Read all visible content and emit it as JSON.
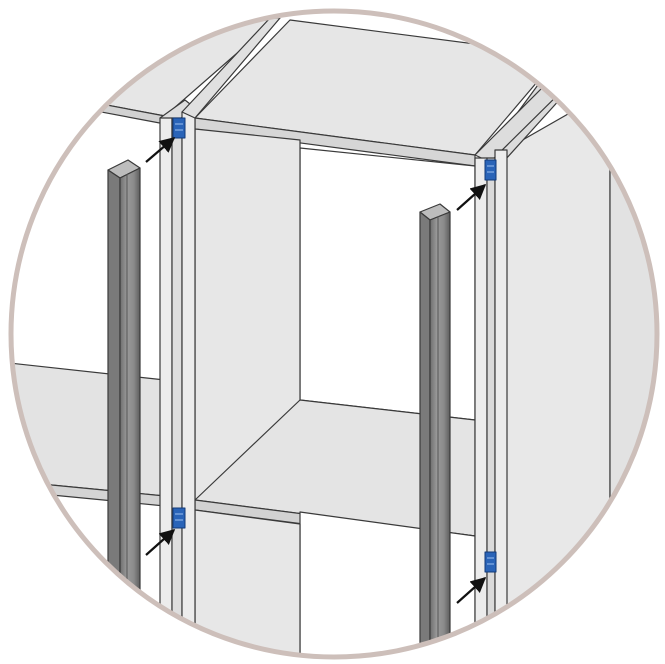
{
  "figure": {
    "view": "circular-detail",
    "colors": {
      "frame_ring": "#cdbfba",
      "panel_fill": "#e6e6e6",
      "panel_face_light": "#ececec",
      "panel_shadow": "#d6d6d6",
      "edge_stroke": "#3a3a3a",
      "rail_dark": "#8c8c8c",
      "rail_mid": "#b2b2b2",
      "bracket_blue": "#2a64b8",
      "arrow": "#111111",
      "background": "#ffffff"
    },
    "components": [
      {
        "id": "top-shelf-left",
        "kind": "shelf"
      },
      {
        "id": "top-shelf-center",
        "kind": "shelf"
      },
      {
        "id": "middle-shelf-left",
        "kind": "shelf"
      },
      {
        "id": "middle-shelf-center",
        "kind": "shelf"
      },
      {
        "id": "upright-left",
        "kind": "upright"
      },
      {
        "id": "upright-right",
        "kind": "upright"
      },
      {
        "id": "rail-left",
        "kind": "loose-rail"
      },
      {
        "id": "rail-right",
        "kind": "loose-rail"
      }
    ],
    "callouts": [
      {
        "id": "bracket-upper-left",
        "icon": "bracket-icon",
        "pointer": "arrow-icon"
      },
      {
        "id": "bracket-lower-left",
        "icon": "bracket-icon",
        "pointer": "arrow-icon"
      },
      {
        "id": "bracket-upper-right",
        "icon": "bracket-icon",
        "pointer": "arrow-icon"
      },
      {
        "id": "bracket-lower-right",
        "icon": "bracket-icon",
        "pointer": "arrow-icon"
      }
    ]
  }
}
